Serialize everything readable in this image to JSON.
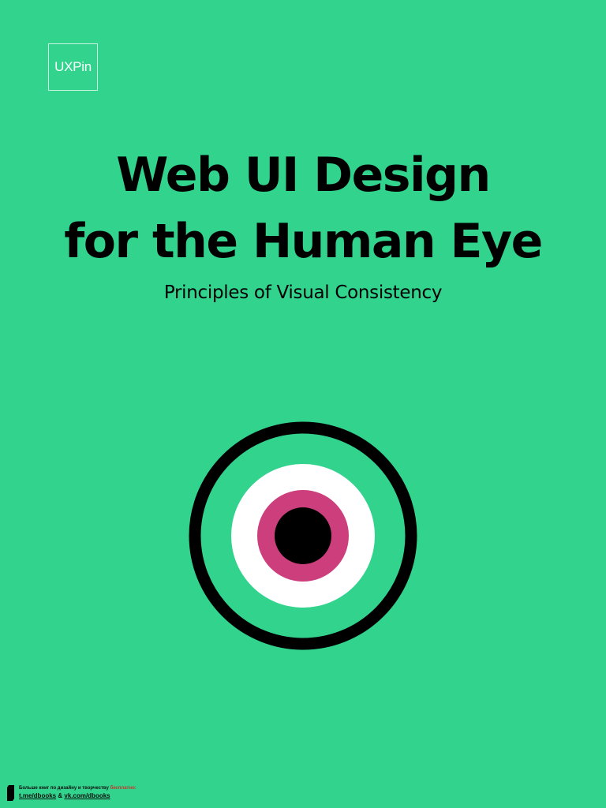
{
  "colors": {
    "background": "#31d38d",
    "text": "#000000",
    "logo_border": "#ffffff",
    "iris": "#cd3f7c",
    "sclera": "#ffffff",
    "pupil": "#000000",
    "outer_ring": "#000000"
  },
  "logo": {
    "text": "UXPin"
  },
  "cover": {
    "title_line1": "Web UI Design",
    "title_line2": "for the Human Eye",
    "subtitle": "Principles of Visual Consistency"
  },
  "illustration": {
    "name": "eye-icon"
  },
  "footer": {
    "text": "Больше книг по дизайну и творчеству",
    "highlight": "бесплатно:",
    "link1": "t.me/dbooks",
    "separator": "&",
    "link2": "vk.com/dbooks"
  }
}
